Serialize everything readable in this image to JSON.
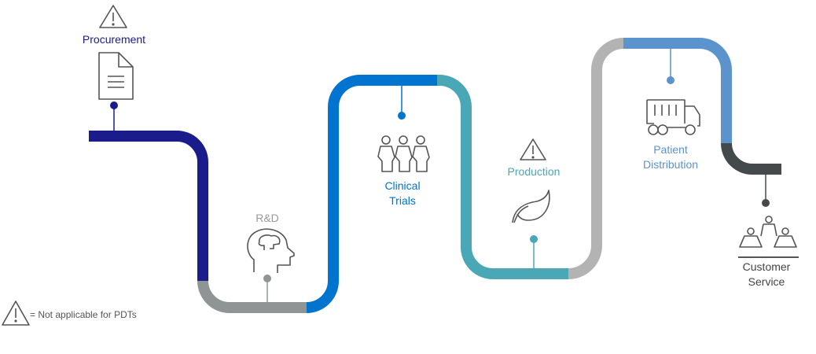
{
  "stages": [
    {
      "name": "Procurement",
      "lines": [
        "Procurement"
      ],
      "color": "#1b1c8c",
      "not_applicable_for_pdts": true,
      "icon": "document-icon"
    },
    {
      "name": "R&D",
      "lines": [
        "R&D"
      ],
      "color": "#8f9595",
      "not_applicable_for_pdts": false,
      "icon": "brain-head-icon"
    },
    {
      "name": "Clinical Trials",
      "lines": [
        "Clinical",
        "Trials"
      ],
      "color": "#0074cf",
      "not_applicable_for_pdts": false,
      "icon": "people-icon"
    },
    {
      "name": "Production",
      "lines": [
        "Production"
      ],
      "color": "#4aa7b5",
      "not_applicable_for_pdts": true,
      "icon": "leaf-icon"
    },
    {
      "name": "Patient Distribution",
      "lines": [
        "Patient",
        "Distribution"
      ],
      "color": "#5b93cc",
      "not_applicable_for_pdts": false,
      "icon": "truck-icon"
    },
    {
      "name": "Customer Service",
      "lines": [
        "Customer",
        "Service"
      ],
      "color": "#555555",
      "not_applicable_for_pdts": false,
      "icon": "team-icon"
    }
  ],
  "path_colors": [
    "#1b1c8c",
    "#8f9595",
    "#0074cf",
    "#4aa7b5",
    "#b3b3b3",
    "#5b93cc",
    "#444a4c"
  ],
  "legend": {
    "icon": "warning-icon",
    "text": "= Not applicable for PDTs"
  }
}
